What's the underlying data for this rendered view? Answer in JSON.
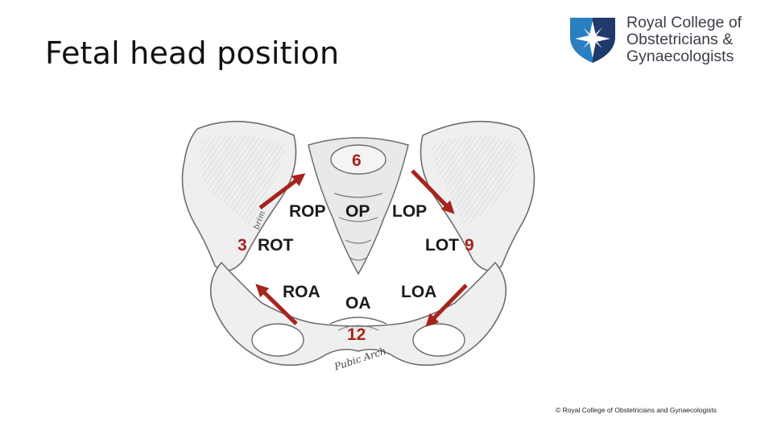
{
  "slide": {
    "title": "Fetal head position",
    "copyright": "© Royal College of Obstetricians and Gynaecologists"
  },
  "logo": {
    "line1": "Royal College of",
    "line2": "Obstetricians &",
    "line3": "Gynaecologists",
    "shield_color": "#2a7fc0",
    "shield_dark": "#1f3a6b"
  },
  "diagram": {
    "labels": {
      "rop": "ROP",
      "op": "OP",
      "lop": "LOP",
      "rot": "ROT",
      "lot": "LOT",
      "roa": "ROA",
      "oa": "OA",
      "loa": "LOA"
    },
    "numbers": {
      "six": "6",
      "three": "3",
      "nine": "9",
      "twelve": "12"
    },
    "pelvis_labels": {
      "pubic_arch": "Pubic Arch",
      "brim": "brim"
    },
    "colors": {
      "accent": "#a5241c",
      "label": "#1a1a1a",
      "bone_fill": "#efefef",
      "bone_line": "#6d6d6d"
    }
  }
}
